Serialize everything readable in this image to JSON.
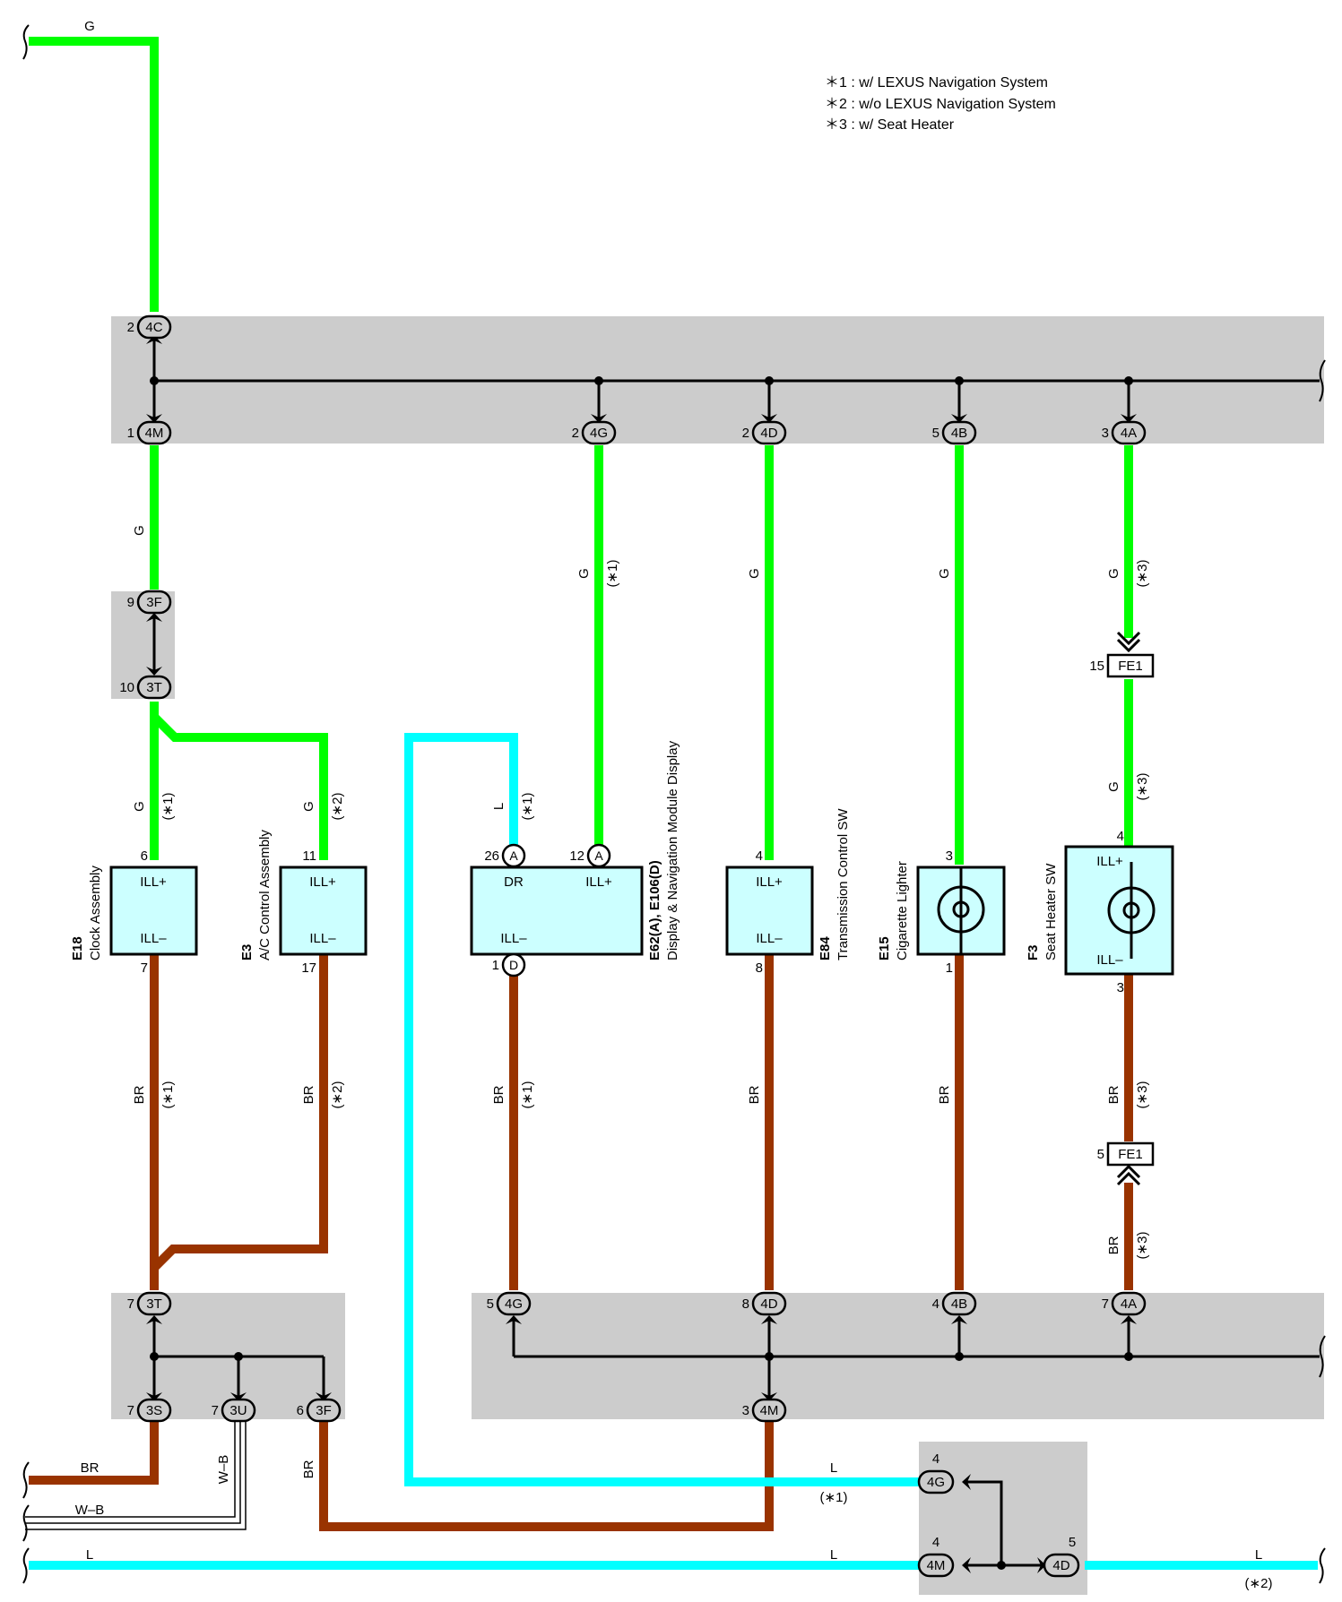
{
  "notes": [
    "＊1 : w/ LEXUS Navigation System",
    "＊2 : w/o LEXUS Navigation System",
    "＊3 : w/ Seat Heater"
  ],
  "wire_colors": {
    "G": "#00ff00",
    "BR": "#993300",
    "L": "#00ffff",
    "W-B": "#ffffff"
  },
  "wire_labels": {
    "G": "G",
    "BR": "BR",
    "L": "L",
    "WB": "W–B"
  },
  "conditions": {
    "c1": "(∗1)",
    "c2": "(∗2)",
    "c3": "(∗3)"
  },
  "connectors": {
    "j4C": "4C",
    "j4M": "4M",
    "j4G": "4G",
    "j4D": "4D",
    "j4B": "4B",
    "j4A": "4A",
    "j3F": "3F",
    "j3T": "3T",
    "j3S": "3S",
    "j3U": "3U",
    "fe1": "FE1",
    "pA": "A",
    "pD": "D"
  },
  "pins": {
    "p1": "1",
    "p2": "2",
    "p3": "3",
    "p4": "4",
    "p5": "5",
    "p6": "6",
    "p7": "7",
    "p8": "8",
    "p9": "9",
    "p10": "10",
    "p11": "11",
    "p12": "12",
    "p15": "15",
    "p17": "17",
    "p26": "26"
  },
  "terminals": {
    "ill_plus": "ILL+",
    "ill_minus": "ILL–",
    "dr": "DR"
  },
  "components": {
    "e18": {
      "code": "E18",
      "name": "Clock Assembly"
    },
    "e3": {
      "code": "E3",
      "name": "A/C Control Assembly"
    },
    "e62": {
      "code": "E62(A), E106(D)",
      "name": "Display & Navigation Module Display"
    },
    "e84": {
      "code": "E84",
      "name": "Transmission Control SW"
    },
    "e15": {
      "code": "E15",
      "name": "Cigarette Lighter"
    },
    "f3": {
      "code": "F3",
      "name": "Seat Heater SW"
    }
  }
}
